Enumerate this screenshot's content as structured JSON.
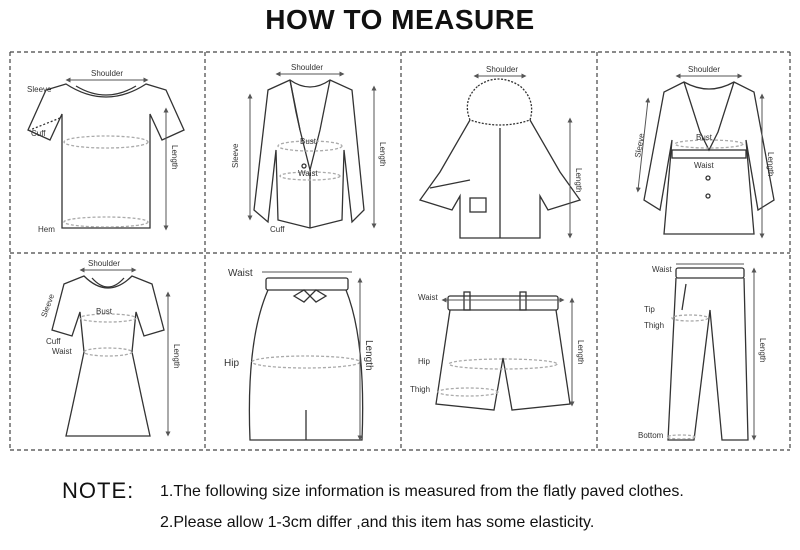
{
  "title": "HOW TO MEASURE",
  "cells": [
    {
      "garment": "t-shirt",
      "labels": {
        "shoulder": "Shoulder",
        "sleeve": "Sleeve",
        "cuff": "Cuff",
        "hem": "Hem",
        "length": "Length"
      }
    },
    {
      "garment": "blazer",
      "labels": {
        "shoulder": "Shoulder",
        "sleeve": "Sleeve",
        "bust": "Bust",
        "waist": "Waist",
        "cuff": "Cuff",
        "length": "Length"
      }
    },
    {
      "garment": "cape-coat",
      "labels": {
        "shoulder": "Shoulder",
        "length": "Length"
      }
    },
    {
      "garment": "belted-coat",
      "labels": {
        "shoulder": "Shoulder",
        "sleeve": "Sleeve",
        "bust": "Bust",
        "waist": "Waist",
        "length": "Length"
      }
    },
    {
      "garment": "dress",
      "labels": {
        "shoulder": "Shoulder",
        "sleeve": "Sleeve",
        "bust": "Bust",
        "cuff": "Cuff",
        "waist": "Waist",
        "length": "Length"
      }
    },
    {
      "garment": "skirt",
      "labels": {
        "waist": "Waist",
        "hip": "Hip",
        "length": "Length"
      }
    },
    {
      "garment": "shorts",
      "labels": {
        "waist": "Waist",
        "hip": "Hip",
        "thigh": "Thigh",
        "length": "Length"
      }
    },
    {
      "garment": "trousers",
      "labels": {
        "waist": "Waist",
        "tip": "Tip",
        "thigh": "Thigh",
        "bottom": "Bottom",
        "length": "Length"
      }
    }
  ],
  "note": {
    "label": "NOTE:",
    "lines": [
      "1.The following size information is measured from the flatly paved clothes.",
      "2.Please allow 1-3cm differ ,and this item has some elasticity."
    ]
  }
}
